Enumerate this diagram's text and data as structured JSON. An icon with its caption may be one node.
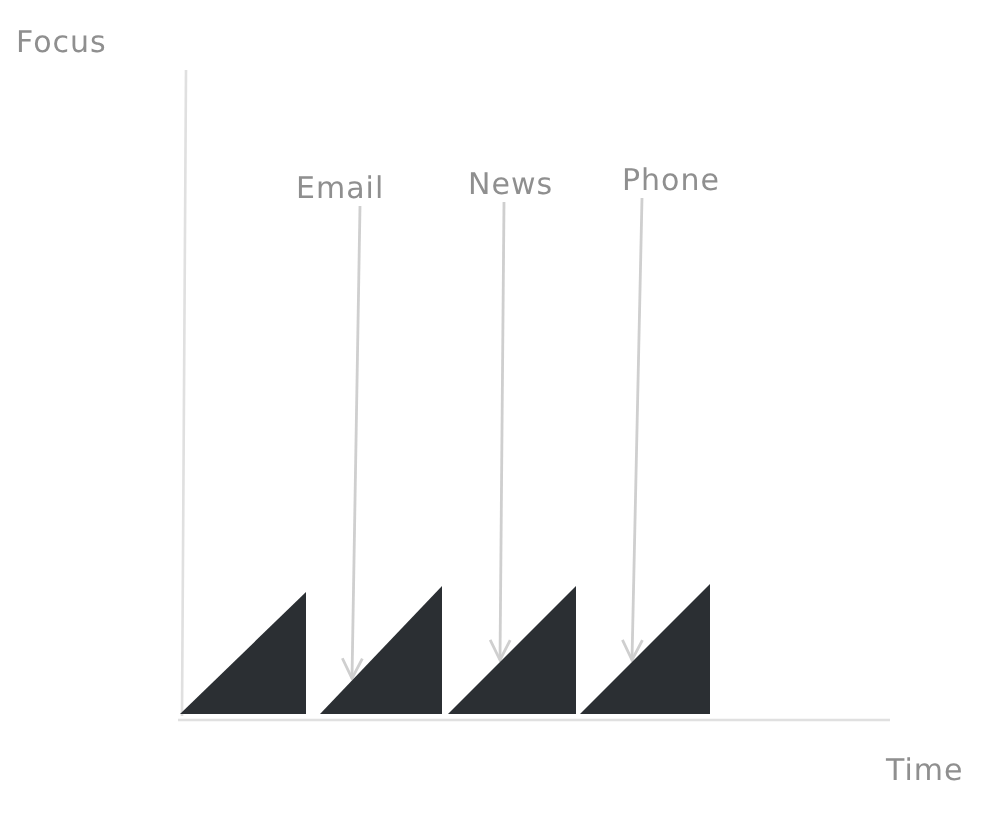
{
  "diagram": {
    "nodes": [
      {
        "text": [
          "Email"
        ]
      },
      {
        "text": [
          "News"
        ]
      },
      {
        "text": [
          "Phone"
        ]
      },
      {
        "text": [],
        "shape": "triangle"
      },
      {
        "text": [],
        "shape": "triangle"
      },
      {
        "text": [],
        "shape": "triangle"
      },
      {
        "text": [],
        "shape": "triangle"
      }
    ],
    "edges": [
      {
        "from": 0,
        "to": 4,
        "arrow": "to"
      },
      {
        "from": 1,
        "to": 5,
        "arrow": "to"
      },
      {
        "from": 2,
        "to": 6,
        "arrow": "to"
      }
    ],
    "labels": [
      "Focus",
      "Time"
    ]
  }
}
